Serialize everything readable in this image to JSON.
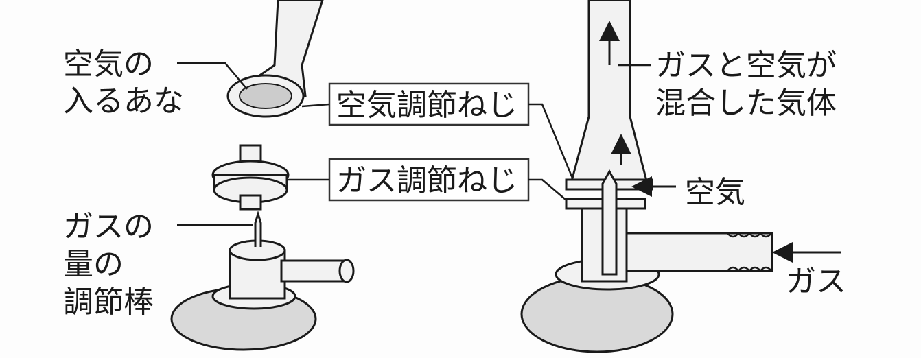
{
  "labels": {
    "air_hole": [
      "空気の",
      "入るあな"
    ],
    "air_screw": "空気調節ねじ",
    "gas_screw": "ガス調節ねじ",
    "gas_rod": [
      "ガスの",
      "量の",
      "調節棒"
    ],
    "mixed_gas": [
      "ガスと空気が",
      "混合した気体"
    ],
    "air": "空気",
    "gas": "ガス"
  }
}
